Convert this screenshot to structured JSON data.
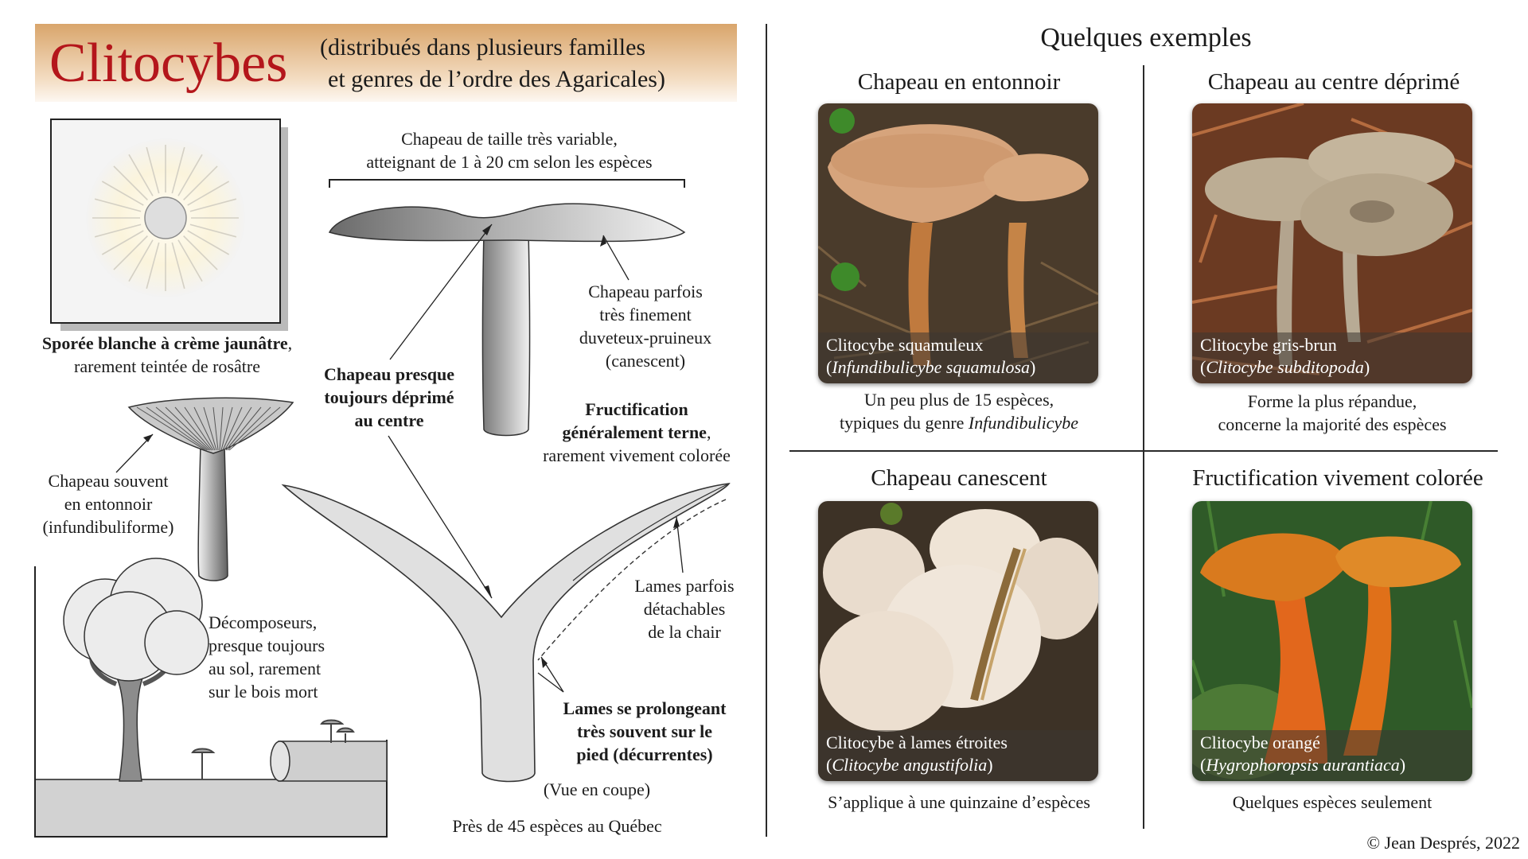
{
  "title": {
    "main": "Clitocybes",
    "sub_line1": "(distribués dans plusieurs familles",
    "sub_line2": "et genres de l’ordre des Agaricales)"
  },
  "anatomy": {
    "spore_bold": "Sporée blanche à crème jaunâtre",
    "spore_rest": ",",
    "spore_line2": "rarement teintée de rosâtre",
    "cap_size_line1": "Chapeau de taille très variable,",
    "cap_size_line2": "atteignant de 1 à 20 cm selon les espèces",
    "canescent_lines": [
      "Chapeau parfois",
      "très finement",
      "duveteux-pruineux",
      "(canescent)"
    ],
    "depressed_lines": [
      "Chapeau presque",
      "toujours déprimé",
      "au centre"
    ],
    "fruiting_bold1": "Fructification",
    "fruiting_bold2": "généralement terne",
    "fruiting_rest": ",",
    "fruiting_line3": "rarement vivement colorée",
    "funnel_lines": [
      "Chapeau souvent",
      "en entonnoir",
      "(infundibuliforme)"
    ],
    "gills_detach_lines": [
      "Lames parfois",
      "détachables",
      "de la chair"
    ],
    "decomposer_lines": [
      "Décomposeurs,",
      "presque toujours",
      "au sol, rarement",
      "sur le bois mort"
    ],
    "decurrent_lines": [
      "Lames se prolongeant",
      "très souvent sur le",
      "pied (décurrentes)"
    ],
    "section_note": "(Vue en coupe)",
    "species_count": "Près de 45 espèces au Québec"
  },
  "examples": {
    "heading": "Quelques exemples",
    "items": [
      {
        "heading": "Chapeau en entonnoir",
        "common": "Clitocybe squamuleux",
        "sci": "Infundibulicybe squamulosa",
        "desc_line1": "Un peu plus de 15 espèces,",
        "desc_line2_pre": "typiques du genre ",
        "desc_line2_it": "Infundibulicybe"
      },
      {
        "heading": "Chapeau au centre déprimé",
        "common": "Clitocybe gris-brun",
        "sci": "Clitocybe subditopoda",
        "desc_line1": "Forme la plus répandue,",
        "desc_line2_pre": "concerne la majorité des espèces",
        "desc_line2_it": ""
      },
      {
        "heading": "Chapeau canescent",
        "common": "Clitocybe à lames étroites",
        "sci": "Clitocybe angustifolia",
        "desc_line1": "S’applique à une quinzaine d’espèces",
        "desc_line2_pre": "",
        "desc_line2_it": ""
      },
      {
        "heading": "Fructification vivement colorée",
        "common": "Clitocybe orangé",
        "sci": "Hygrophoropsis aurantiaca",
        "desc_line1": "Quelques espèces seulement",
        "desc_line2_pre": "",
        "desc_line2_it": ""
      }
    ]
  },
  "copyright": "© Jean Després, 2022"
}
